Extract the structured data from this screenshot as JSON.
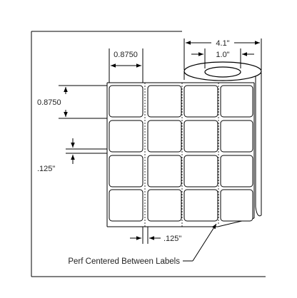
{
  "diagram": {
    "dimensions": {
      "roll_width": "4.1\"",
      "core_diameter": "1.0\"",
      "label_width": "0.8750",
      "label_height": "0.8750",
      "vertical_gap": ".125\"",
      "horizontal_gap": ".125\""
    },
    "caption": "Perf Centered Between Labels",
    "label_grid": {
      "rows": 4,
      "columns": 4
    }
  }
}
